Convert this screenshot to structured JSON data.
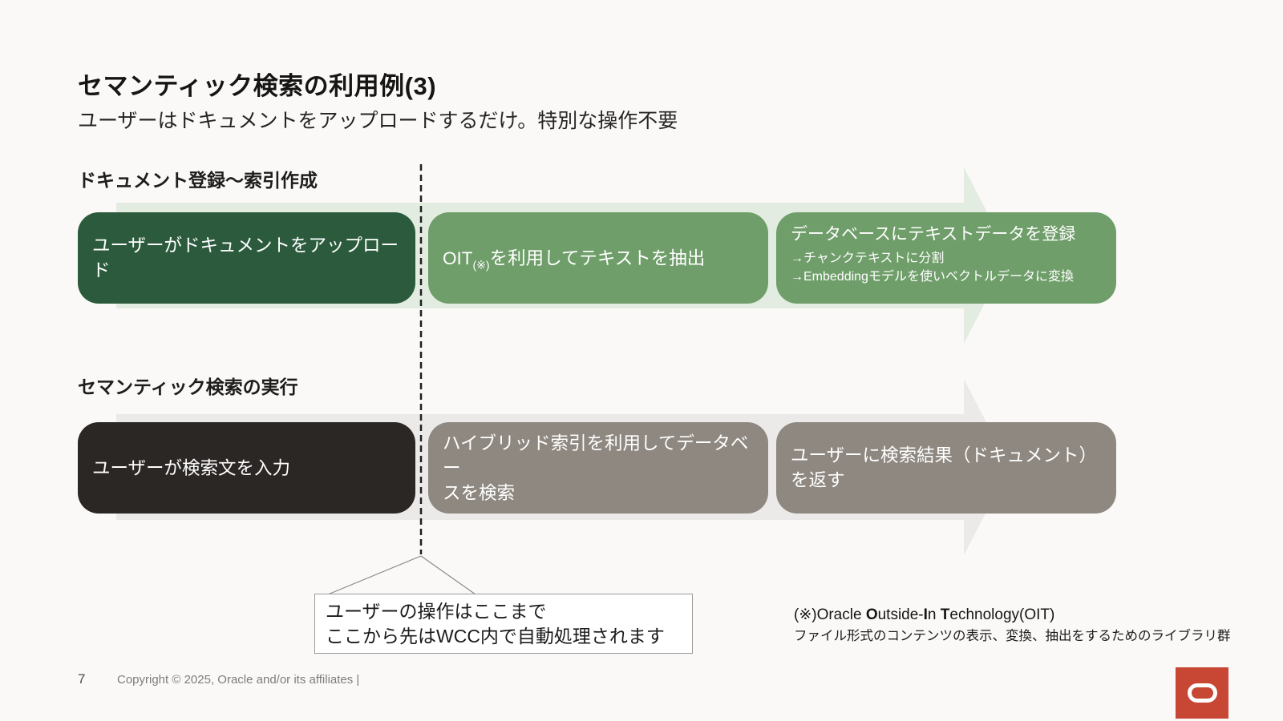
{
  "slide": {
    "title": "セマンティック検索の利用例(3)",
    "subtitle": "ユーザーはドキュメントをアップロードするだけ。特別な操作不要",
    "page_number": "7",
    "copyright": "Copyright © 2025, Oracle and/or its affiliates  |"
  },
  "flow_index": {
    "heading": "ドキュメント登録～索引作成",
    "steps": [
      {
        "label": "ユーザーがドキュメントをアップロード"
      },
      {
        "label_pre": "OIT",
        "label_sub": "(※)",
        "label_post": "を利用してテキストを抽出"
      },
      {
        "title": "データベースにテキストデータを登録",
        "details": [
          "→チャンクテキストに分割",
          "→Embeddingモデルを使いベクトルデータに変換"
        ]
      }
    ]
  },
  "flow_search": {
    "heading": "セマンティック検索の実行",
    "steps": [
      {
        "label": "ユーザーが検索文を入力"
      },
      {
        "lines": [
          "ハイブリッド索引を利用してデータベー",
          "スを検索"
        ]
      },
      {
        "lines": [
          "ユーザーに検索結果（ドキュメント）",
          "を返す"
        ]
      }
    ]
  },
  "callout": {
    "lines": [
      "ユーザーの操作はここまで",
      "ここから先はWCC内で自動処理されます"
    ]
  },
  "footnote": {
    "seg_pre": "(※)Oracle ",
    "seg_b1": "O",
    "seg_t1": "utside-",
    "seg_b2": "I",
    "seg_t2": "n ",
    "seg_b3": "T",
    "seg_t3": "echnology(OIT)",
    "line2": "ファイル形式のコンテンツの表示、変換、抽出をするためのライブラリ群"
  },
  "colors": {
    "background": "#FAF9F7",
    "dark_green_box": "#2B5B3C",
    "mid_green_box": "#6F9E6A",
    "light_green_arrow": "#E3ECE1",
    "near_black_box": "#2B2725",
    "gray_box": "#8E8881",
    "light_gray_arrow": "#ECEAE8",
    "dashed_line": "#1F1F1F",
    "oracle_red": "#C74634"
  },
  "logo": {
    "label": "oracle-logo"
  }
}
